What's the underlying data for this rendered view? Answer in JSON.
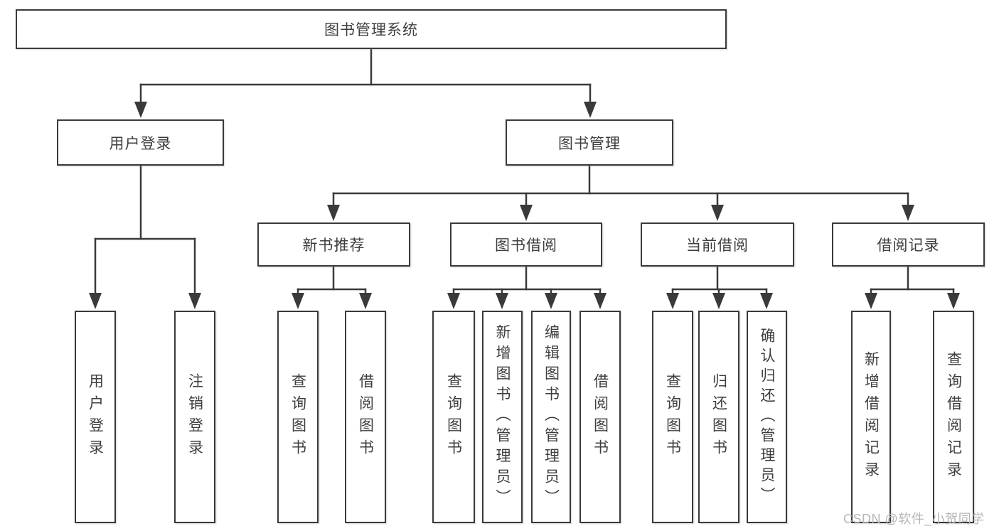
{
  "diagram_title": "图书管理系统",
  "boxes": {
    "root": "图书管理系统",
    "branches": [
      "用户登录",
      "图书管理"
    ],
    "modules": [
      "新书推荐",
      "图书借阅",
      "当前借阅",
      "借阅记录"
    ],
    "functions": [
      "用户登录",
      "注销登录",
      "查询图书",
      "借阅图书",
      "查询图书",
      "新增图书（管理员）",
      "编辑图书（管理员）",
      "借阅图书",
      "查询图书",
      "归还图书",
      "确认归还（管理员）",
      "新增借阅记录",
      "查询借阅记录"
    ]
  },
  "hierarchy": {
    "图书管理系统": [
      "用户登录",
      "图书管理"
    ],
    "用户登录": [
      "用户登录",
      "注销登录"
    ],
    "图书管理": [
      "新书推荐",
      "图书借阅",
      "当前借阅",
      "借阅记录"
    ],
    "新书推荐": [
      "查询图书",
      "借阅图书"
    ],
    "图书借阅": [
      "查询图书",
      "新增图书（管理员）",
      "编辑图书（管理员）",
      "借阅图书"
    ],
    "当前借阅": [
      "查询图书",
      "归还图书",
      "确认归还（管理员）"
    ],
    "借阅记录": [
      "新增借阅记录",
      "查询借阅记录"
    ]
  },
  "watermark": {
    "text": "CSDN @软件_小贺同学"
  },
  "colors": {
    "line": "#3a3a3a",
    "box_border": "#3a3a3a",
    "text": "#3e3e3e",
    "watermark": "#b6b6b6",
    "background": "#ffffff"
  }
}
